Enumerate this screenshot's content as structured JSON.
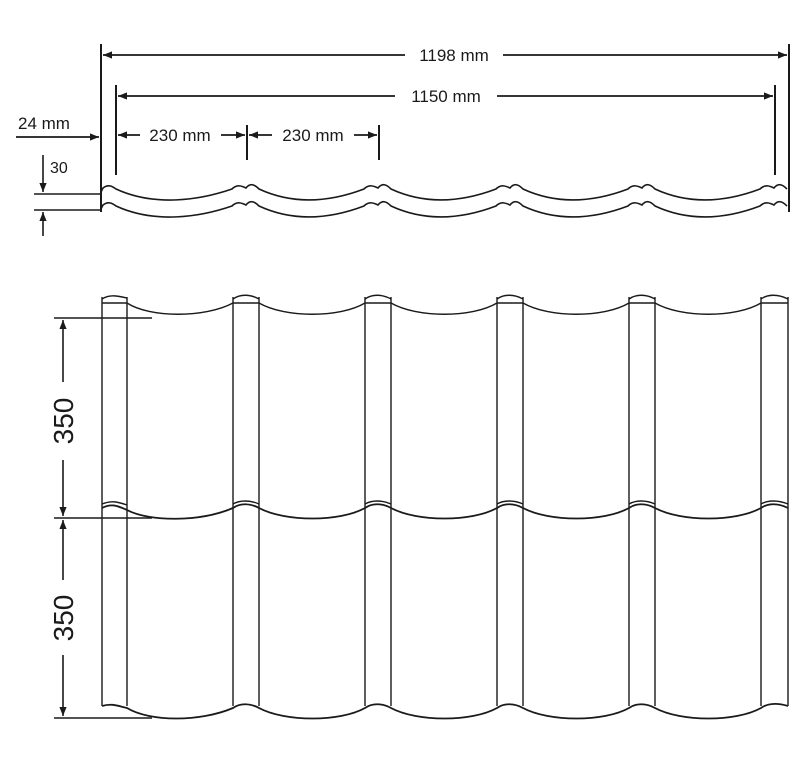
{
  "dimensions": {
    "overall_width": "1198 mm",
    "effective_width": "1150 mm",
    "edge_offset": "24 mm",
    "wave_pitch_1": "230 mm",
    "wave_pitch_2": "230 mm",
    "profile_height": "30",
    "row_height_1": "350",
    "row_height_2": "350"
  },
  "colors": {
    "line": "#1a1a1a",
    "background": "#ffffff"
  }
}
